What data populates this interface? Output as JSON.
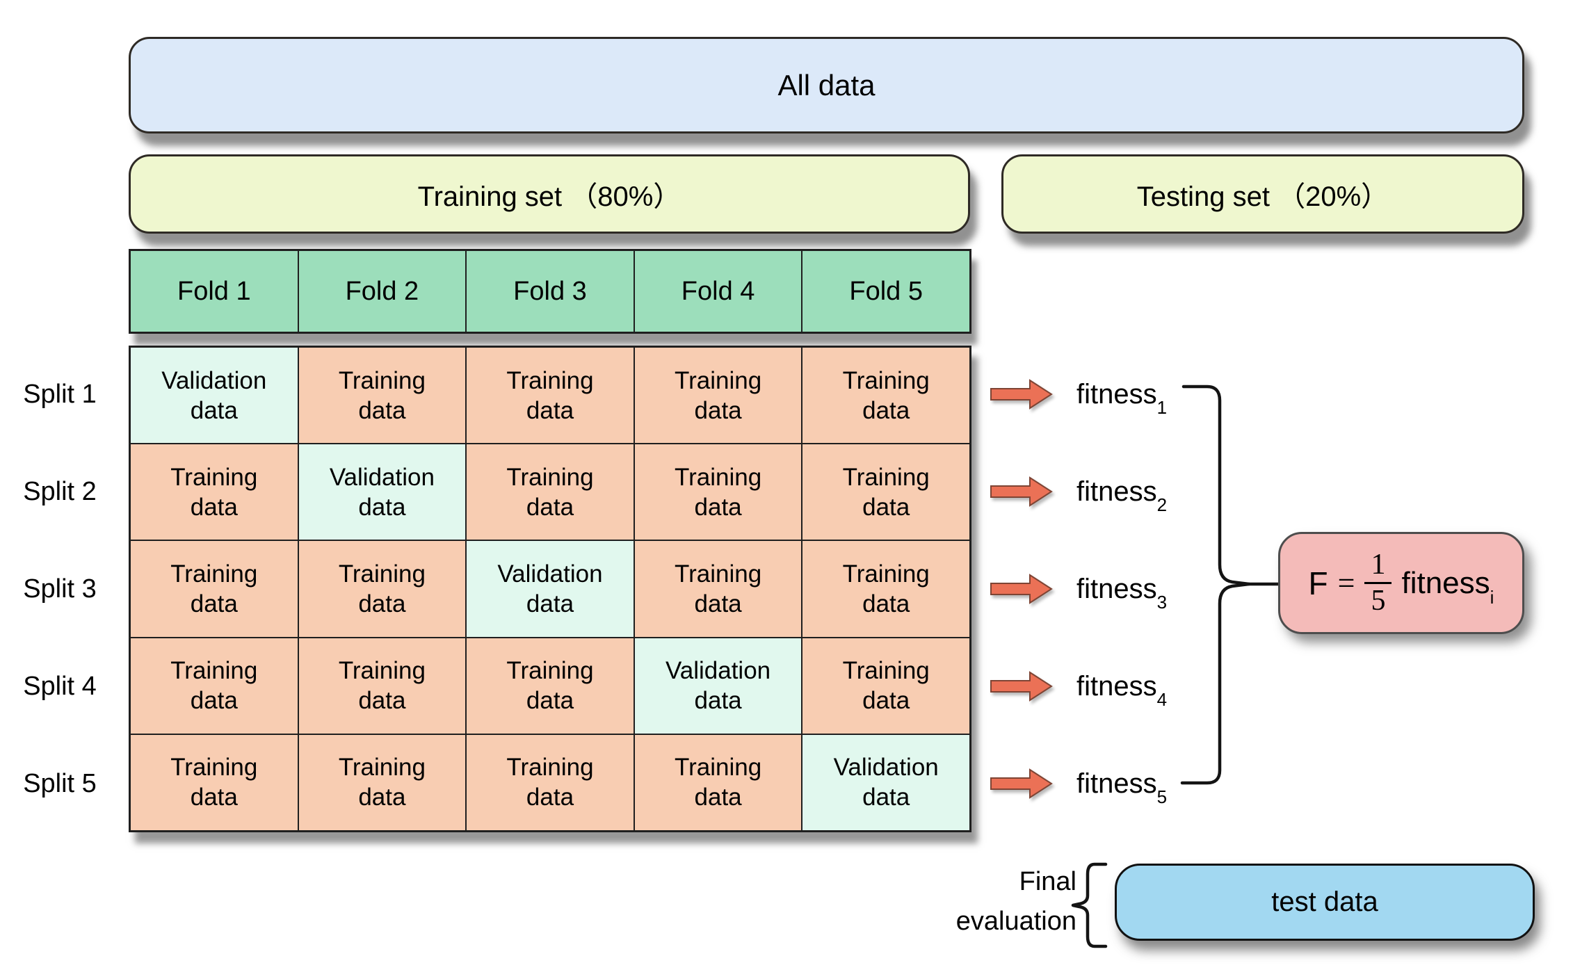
{
  "colors": {
    "all_data_fill": "#DCE9F9",
    "set_fill": "#EFF7CF",
    "fold_fill": "#9CDEBB",
    "training_fill": "#F8CDB2",
    "validation_fill": "#E1F8EE",
    "arrow_fill": "#EB7156",
    "arrow_stroke": "#7E4434",
    "formula_fill": "#F4BBB9",
    "formula_stroke": "#4D4D4D",
    "test_fill": "#A2D8F1",
    "grid_stroke": "#1F1F1F"
  },
  "boxes": {
    "all_data": "All data",
    "training_set": "Training set （80%）",
    "testing_set": "Testing set （20%）",
    "test_data": "test data"
  },
  "final_evaluation": {
    "line1": "Final",
    "line2": "evaluation"
  },
  "folds": [
    "Fold 1",
    "Fold 2",
    "Fold 3",
    "Fold 4",
    "Fold 5"
  ],
  "splits": [
    "Split 1",
    "Split 2",
    "Split 3",
    "Split 4",
    "Split 5"
  ],
  "grid": {
    "cell_labels": {
      "training": [
        "Training",
        "data"
      ],
      "validation": [
        "Validation",
        "data"
      ]
    },
    "matrix": [
      [
        "V",
        "T",
        "T",
        "T",
        "T"
      ],
      [
        "T",
        "V",
        "T",
        "T",
        "T"
      ],
      [
        "T",
        "T",
        "V",
        "T",
        "T"
      ],
      [
        "T",
        "T",
        "T",
        "V",
        "T"
      ],
      [
        "T",
        "T",
        "T",
        "T",
        "V"
      ]
    ]
  },
  "fitness": [
    {
      "base": "fitness",
      "sub": "1"
    },
    {
      "base": "fitness",
      "sub": "2"
    },
    {
      "base": "fitness",
      "sub": "3"
    },
    {
      "base": "fitness",
      "sub": "4"
    },
    {
      "base": "fitness",
      "sub": "5"
    }
  ],
  "formula": {
    "lhs": "F",
    "eq": "=",
    "num": "1",
    "den": "5",
    "rhs": "fitness",
    "sub": "i"
  }
}
